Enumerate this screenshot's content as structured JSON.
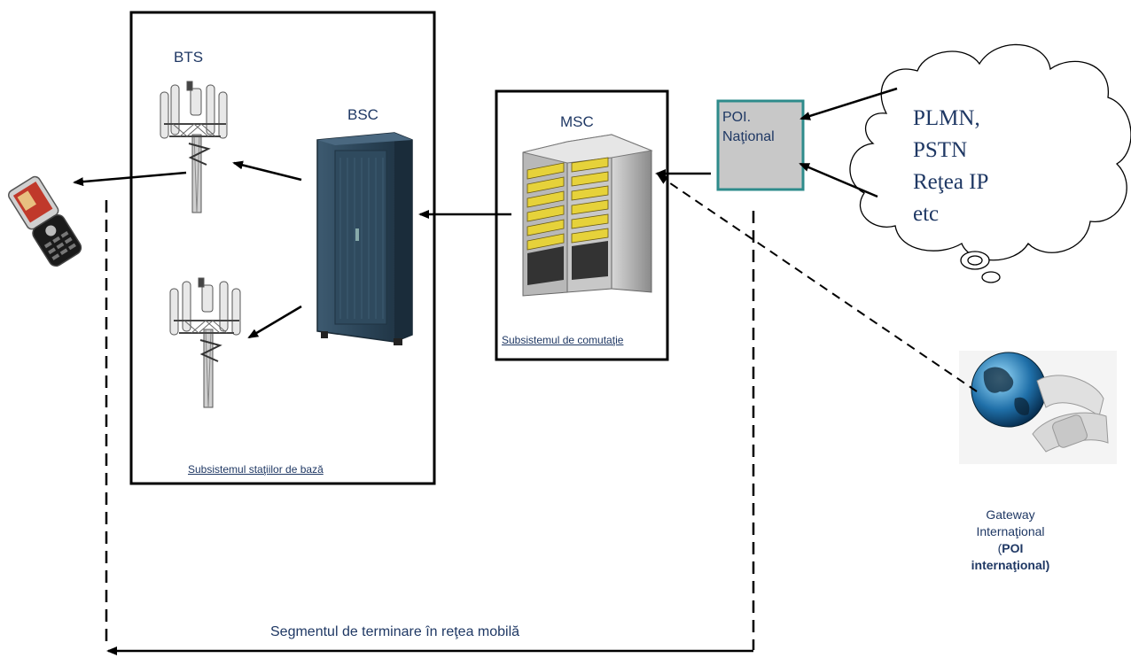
{
  "labels": {
    "bts": "BTS",
    "bsc": "BSC",
    "msc": "MSC",
    "bss_subsystem": "Subsistemul staţiilor de bază",
    "switching_subsystem": "Subsistemul de comutaţie",
    "poi_national_line1": "POI.",
    "poi_national_line2": "Naţional",
    "cloud_line1": "PLMN,",
    "cloud_line2": "PSTN",
    "cloud_line3": "Reţea IP",
    "cloud_line4": "etc",
    "gateway_line1": "Gateway",
    "gateway_line2": "Internaţional",
    "gateway_line3_prefix": "(",
    "gateway_line3_bold": "POI",
    "gateway_line4_bold": "internaţional)",
    "segment": "Segmentul de terminare în reţea mobilă"
  },
  "colors": {
    "text": "#1f3864",
    "poi_fill": "#c8c8c8",
    "poi_border": "#2e8b8b",
    "line": "#000000"
  },
  "icons": {
    "phone": "mobile-phone-icon",
    "bts": "cell-tower-icon",
    "bsc": "server-cabinet-icon",
    "msc": "rack-server-icon",
    "cloud": "cloud-icon",
    "gateway": "globe-telephone-icon"
  }
}
